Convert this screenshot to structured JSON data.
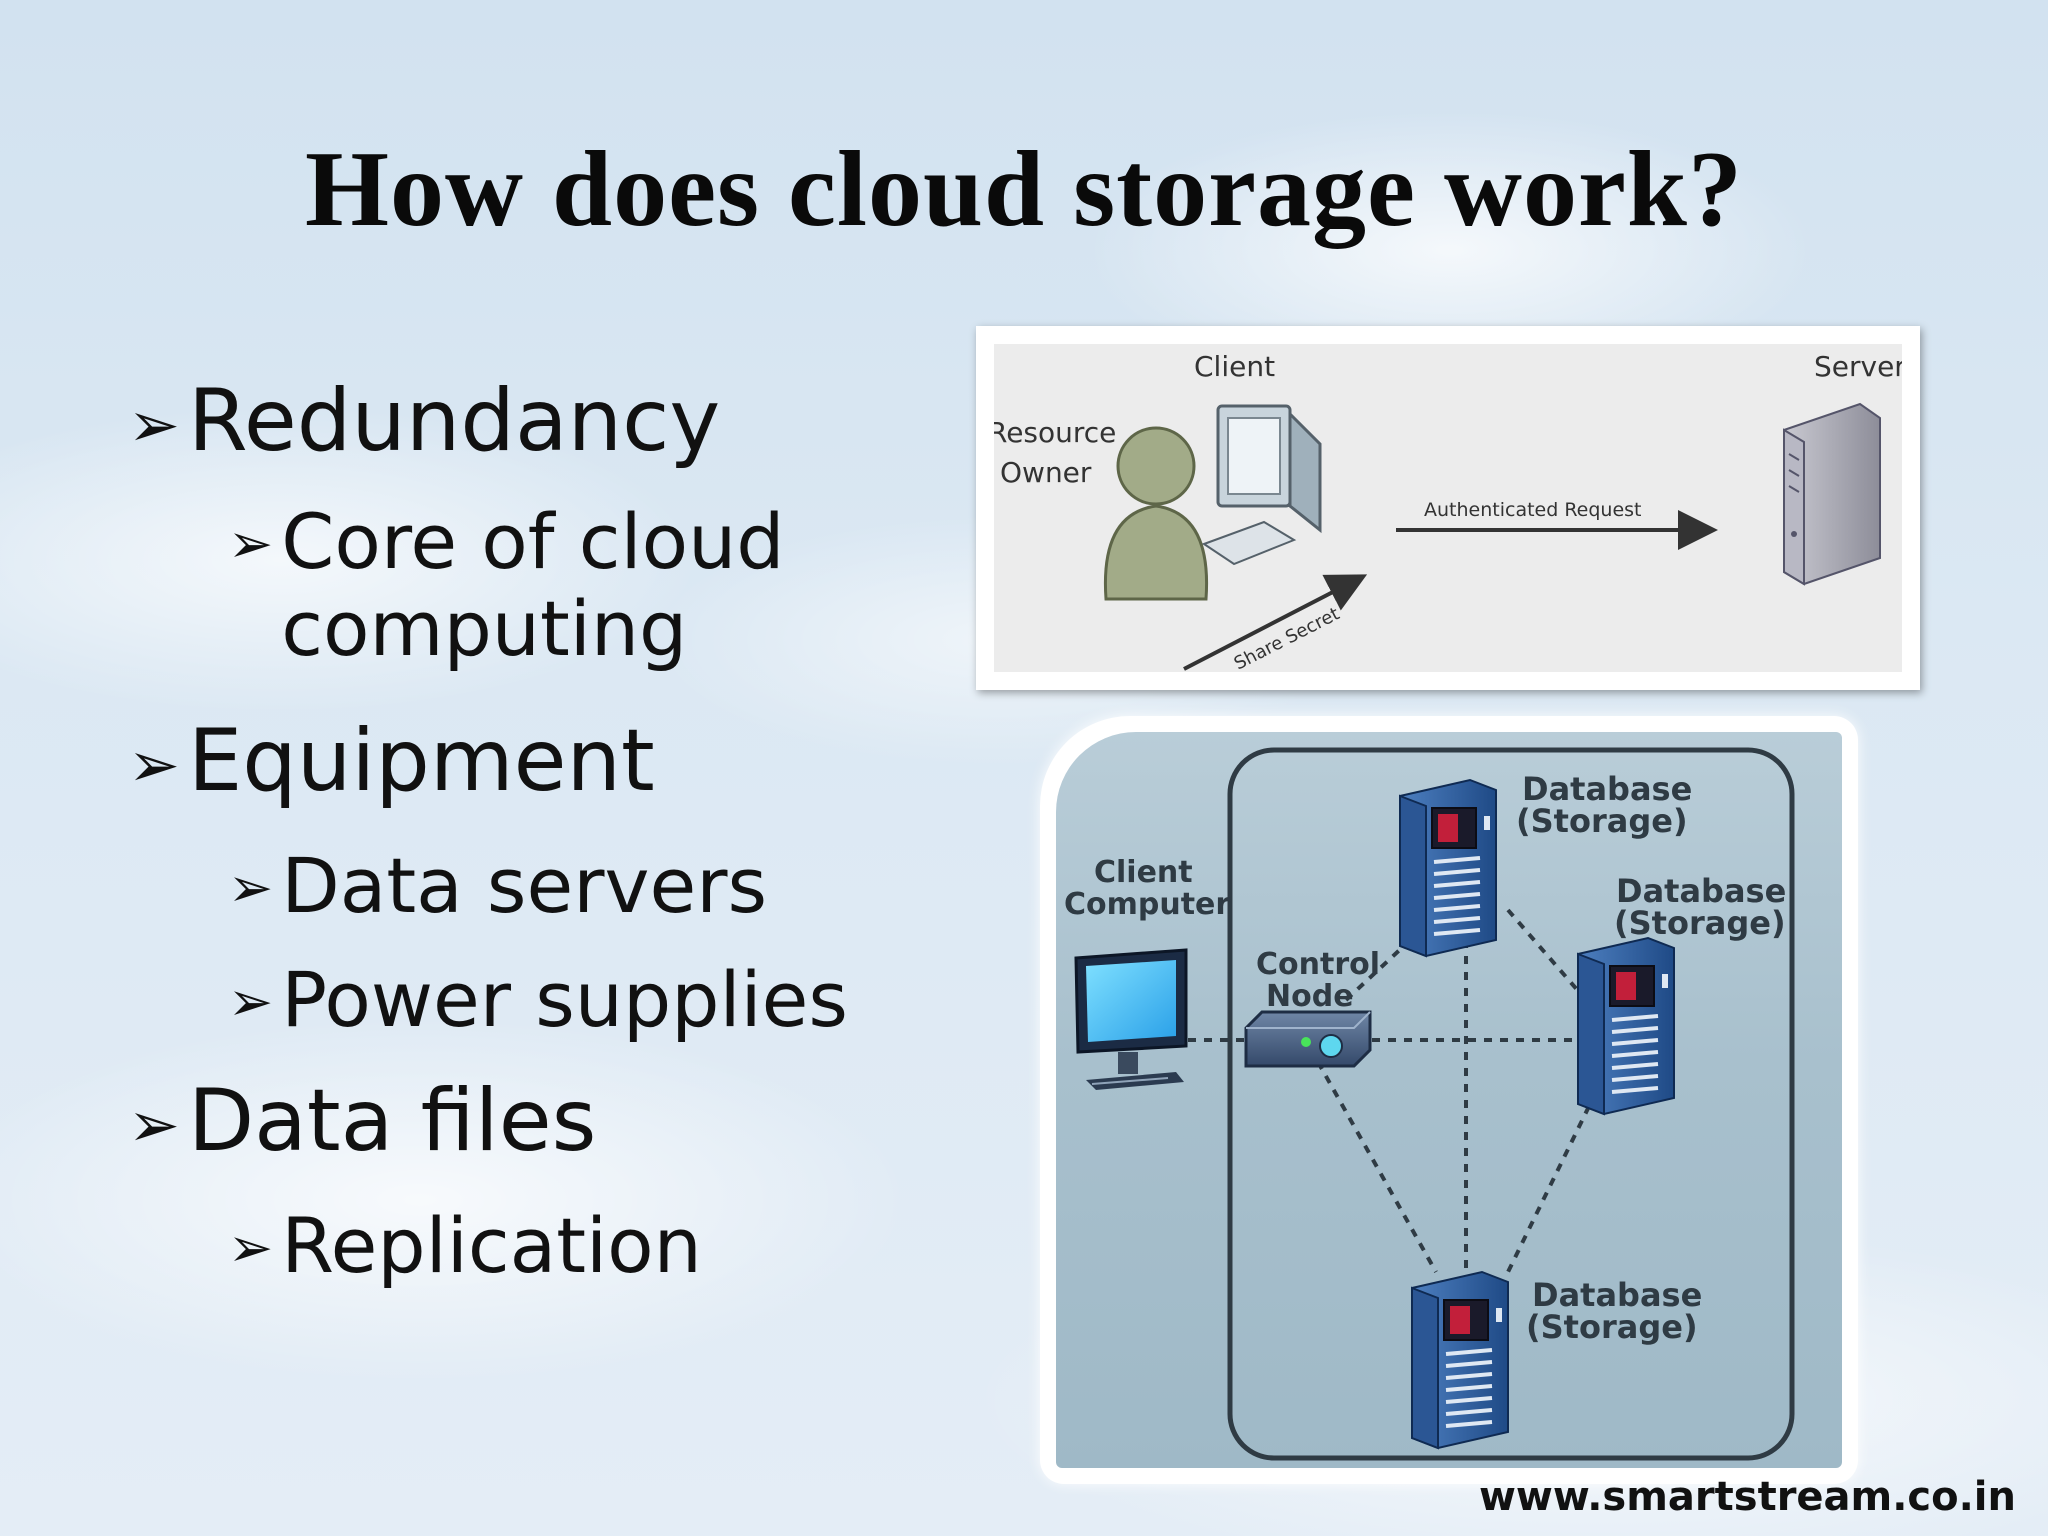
{
  "title": "How does cloud storage work?",
  "bullets": [
    {
      "level": 1,
      "text": "Redundancy"
    },
    {
      "level": 2,
      "text": "Core of cloud",
      "text2": "computing"
    },
    {
      "level": 1,
      "text": "Equipment"
    },
    {
      "level": 2,
      "text": "Data servers"
    },
    {
      "level": 2,
      "text": "Power supplies"
    },
    {
      "level": 1,
      "text": "Data files"
    },
    {
      "level": 2,
      "text": "Replication"
    }
  ],
  "arrow_glyph": "➢",
  "diagram_top": {
    "client": "Client",
    "server": "Server",
    "resource_owner_line1": "Resource",
    "resource_owner_line2": "Owner",
    "authenticated_request": "Authenticated Request",
    "share_secret": "Share Secret"
  },
  "diagram_bottom": {
    "client_computer_line1": "Client",
    "client_computer_line2": "Computer",
    "control_node_line1": "Control",
    "control_node_line2": "Node",
    "database_line1": "Database",
    "database_line2": "(Storage)"
  },
  "footer": "www.smartstream.co.in"
}
